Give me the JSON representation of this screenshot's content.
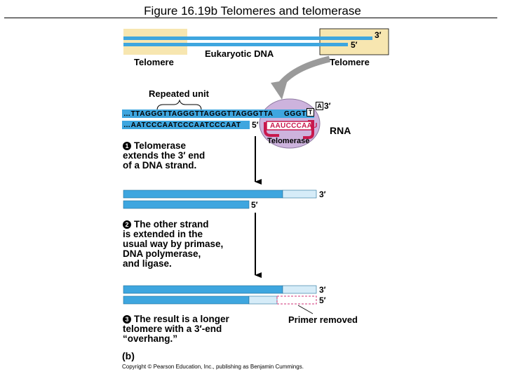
{
  "figure": {
    "title": "Figure 16.19b  Telomeres and telomerase",
    "panel_label": "(b)",
    "copyright": "Copyright © Pearson Education, Inc., publishing as Benjamin Cummings."
  },
  "top": {
    "label_eukaryotic": "Eukaryotic DNA",
    "label_telomere_left": "Telomere",
    "label_telomere_right": "Telomere",
    "end_top": "3′",
    "end_bottom": "5′"
  },
  "detail": {
    "repeated_unit": "Repeated unit",
    "top_strand": "…TTAGGGTTAGGGTTAGGGTTAGGGTTA GGGT",
    "top_strand_main": "…TTAGGGTTAGGGTTAGGGTTAGGGTTA",
    "top_strand_ext": "GGGT",
    "bottom_strand": "…AATCCCAATCCCAATCCCAAT",
    "end_top": "3′",
    "end_bottom": "5′",
    "box_a": "A",
    "box_t": "T",
    "rna_template": "AAUCCCAAU",
    "enzyme_label": "Telomerase",
    "rna_label": "RNA"
  },
  "steps": [
    {
      "num": "1",
      "line1": "Telomerase",
      "line2": "extends the 3′ end",
      "line3": "of a DNA strand."
    },
    {
      "num": "2",
      "line1": "The other strand",
      "line2": "is extended in the",
      "line3": "usual way by primase,",
      "line4": "DNA polymerase,",
      "line5": "and ligase."
    },
    {
      "num": "3",
      "line1": "The result is a longer",
      "line2": "telomere with a 3′-end",
      "line3": "“overhang.”"
    }
  ],
  "stage2": {
    "end_top": "3′",
    "end_bottom": "5′"
  },
  "stage3": {
    "end_top": "3′",
    "end_bottom": "5′",
    "primer_label": "Primer removed"
  },
  "colors": {
    "dna_blue": "#3ea6df",
    "dna_light": "#d6ecf8",
    "telomere_bg": "#f7e6b0",
    "enzyme_purple": "#cdb3dd",
    "rna_red": "#c8184d",
    "primer_pink": "#d23377",
    "arrow_gray": "#9a9a9a"
  }
}
